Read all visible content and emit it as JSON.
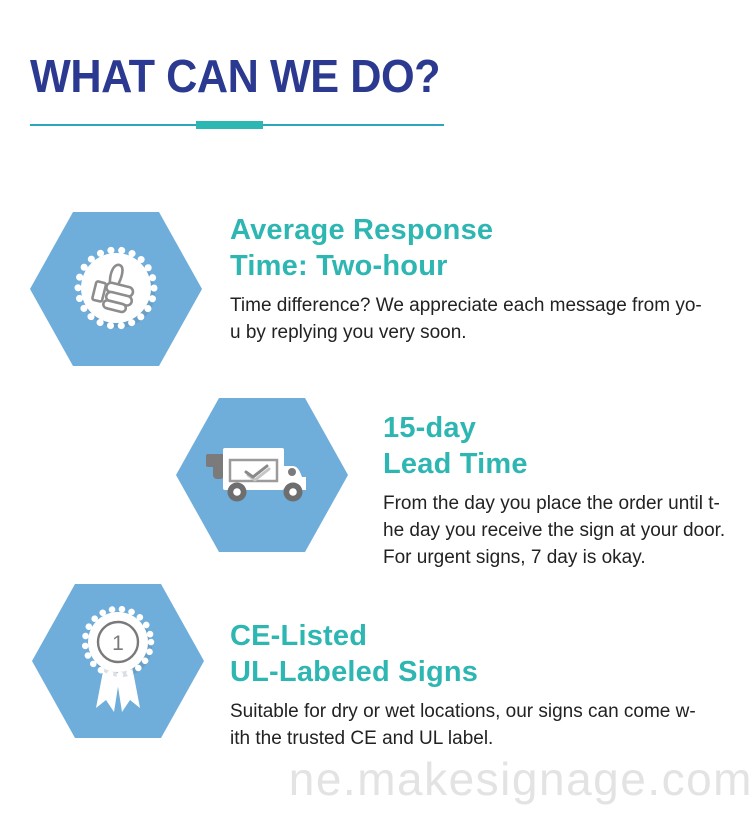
{
  "header": {
    "title": "WHAT CAN WE DO?"
  },
  "colors": {
    "title_navy": "#2b3a90",
    "accent_teal": "#2eb6b2",
    "divider_line_teal": "#2aa6bd",
    "divider_accent_teal": "#2cb7b2",
    "hexagon_blue": "#6fadda",
    "icon_gray": "#8a8a8a",
    "body_text": "#222222",
    "watermark_gray": "#e3e3e3"
  },
  "sections": [
    {
      "icon": "thumbs-up-badge-icon",
      "heading_lines": [
        "Average Response",
        "Time: Two-hour"
      ],
      "body_lines": [
        "Time difference? We appreciate each message from yo-",
        "u by replying you very soon."
      ]
    },
    {
      "icon": "delivery-truck-icon",
      "heading_lines": [
        "15-day",
        "Lead Time"
      ],
      "body_lines": [
        "From the day you place the order until t-",
        "he day you receive the sign at your door.",
        "For urgent signs, 7 day is okay."
      ]
    },
    {
      "icon": "award-ribbon-icon",
      "badge_number": "1",
      "heading_lines": [
        "CE-Listed",
        "UL-Labeled Signs"
      ],
      "body_lines": [
        "Suitable for dry or wet locations, our signs can come w-",
        "ith the trusted CE and UL label."
      ]
    }
  ],
  "footer": {
    "watermark": "ne.makesignage.com"
  }
}
